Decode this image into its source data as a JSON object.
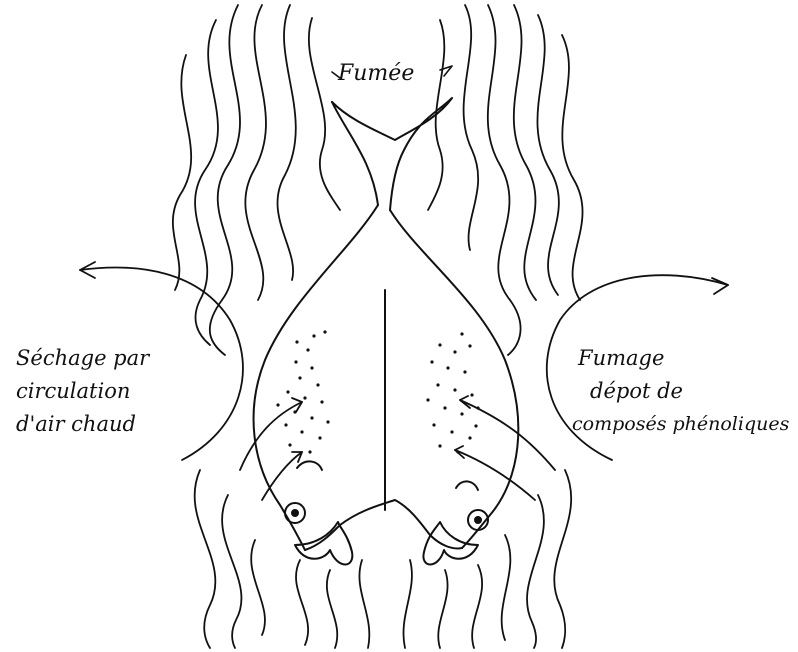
{
  "labels": {
    "smoke": "Fumée",
    "left": [
      "Séchage par",
      "circulation",
      "d'air chaud"
    ],
    "right": [
      "Fumage",
      "dépot de",
      "composés phénoliques"
    ]
  },
  "colors": {
    "ink": "#111111",
    "background": "#ffffff"
  }
}
